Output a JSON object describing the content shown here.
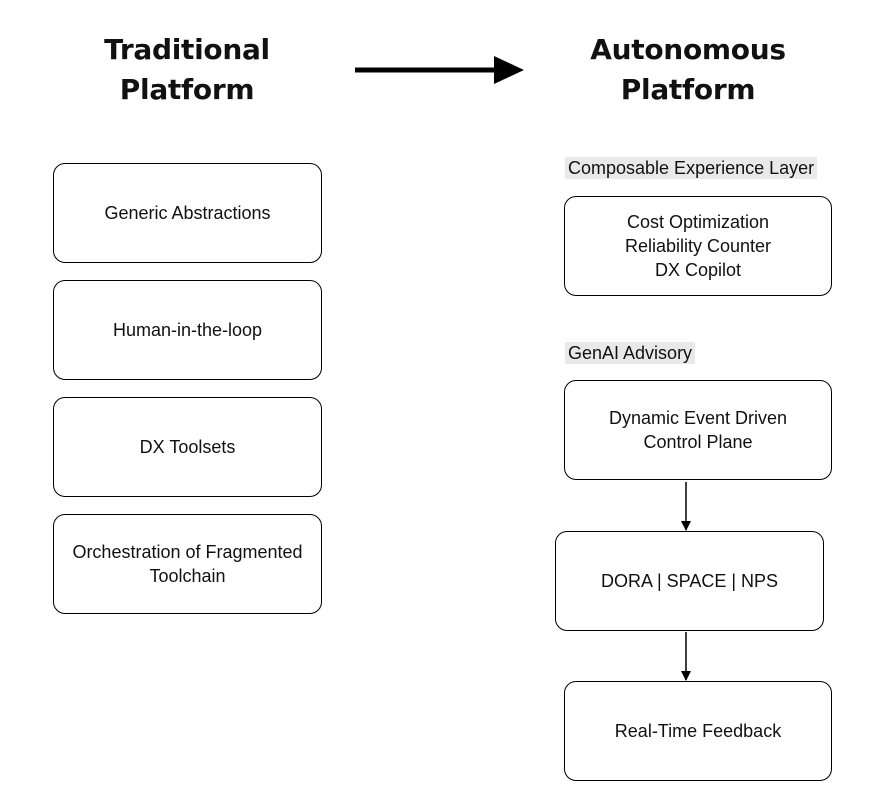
{
  "left": {
    "title_lines": [
      "Traditional",
      "Platform"
    ],
    "boxes": [
      {
        "lines": [
          "Generic Abstractions"
        ]
      },
      {
        "lines": [
          "Human-in-the-loop"
        ]
      },
      {
        "lines": [
          "DX Toolsets"
        ]
      },
      {
        "lines": [
          "Orchestration of Fragmented",
          "Toolchain"
        ]
      }
    ]
  },
  "right": {
    "title_lines": [
      "Autonomous",
      "Platform"
    ],
    "layer_label": "Composable Experience Layer",
    "layer_box": {
      "lines": [
        "Cost Optimization",
        "Reliability Counter",
        "DX Copilot"
      ]
    },
    "advisory_label": "GenAI Advisory",
    "flow_boxes": [
      {
        "lines": [
          "Dynamic Event Driven",
          "Control Plane"
        ]
      },
      {
        "lines": [
          "DORA | SPACE | NPS"
        ]
      },
      {
        "lines": [
          "Real-Time Feedback"
        ]
      }
    ]
  }
}
